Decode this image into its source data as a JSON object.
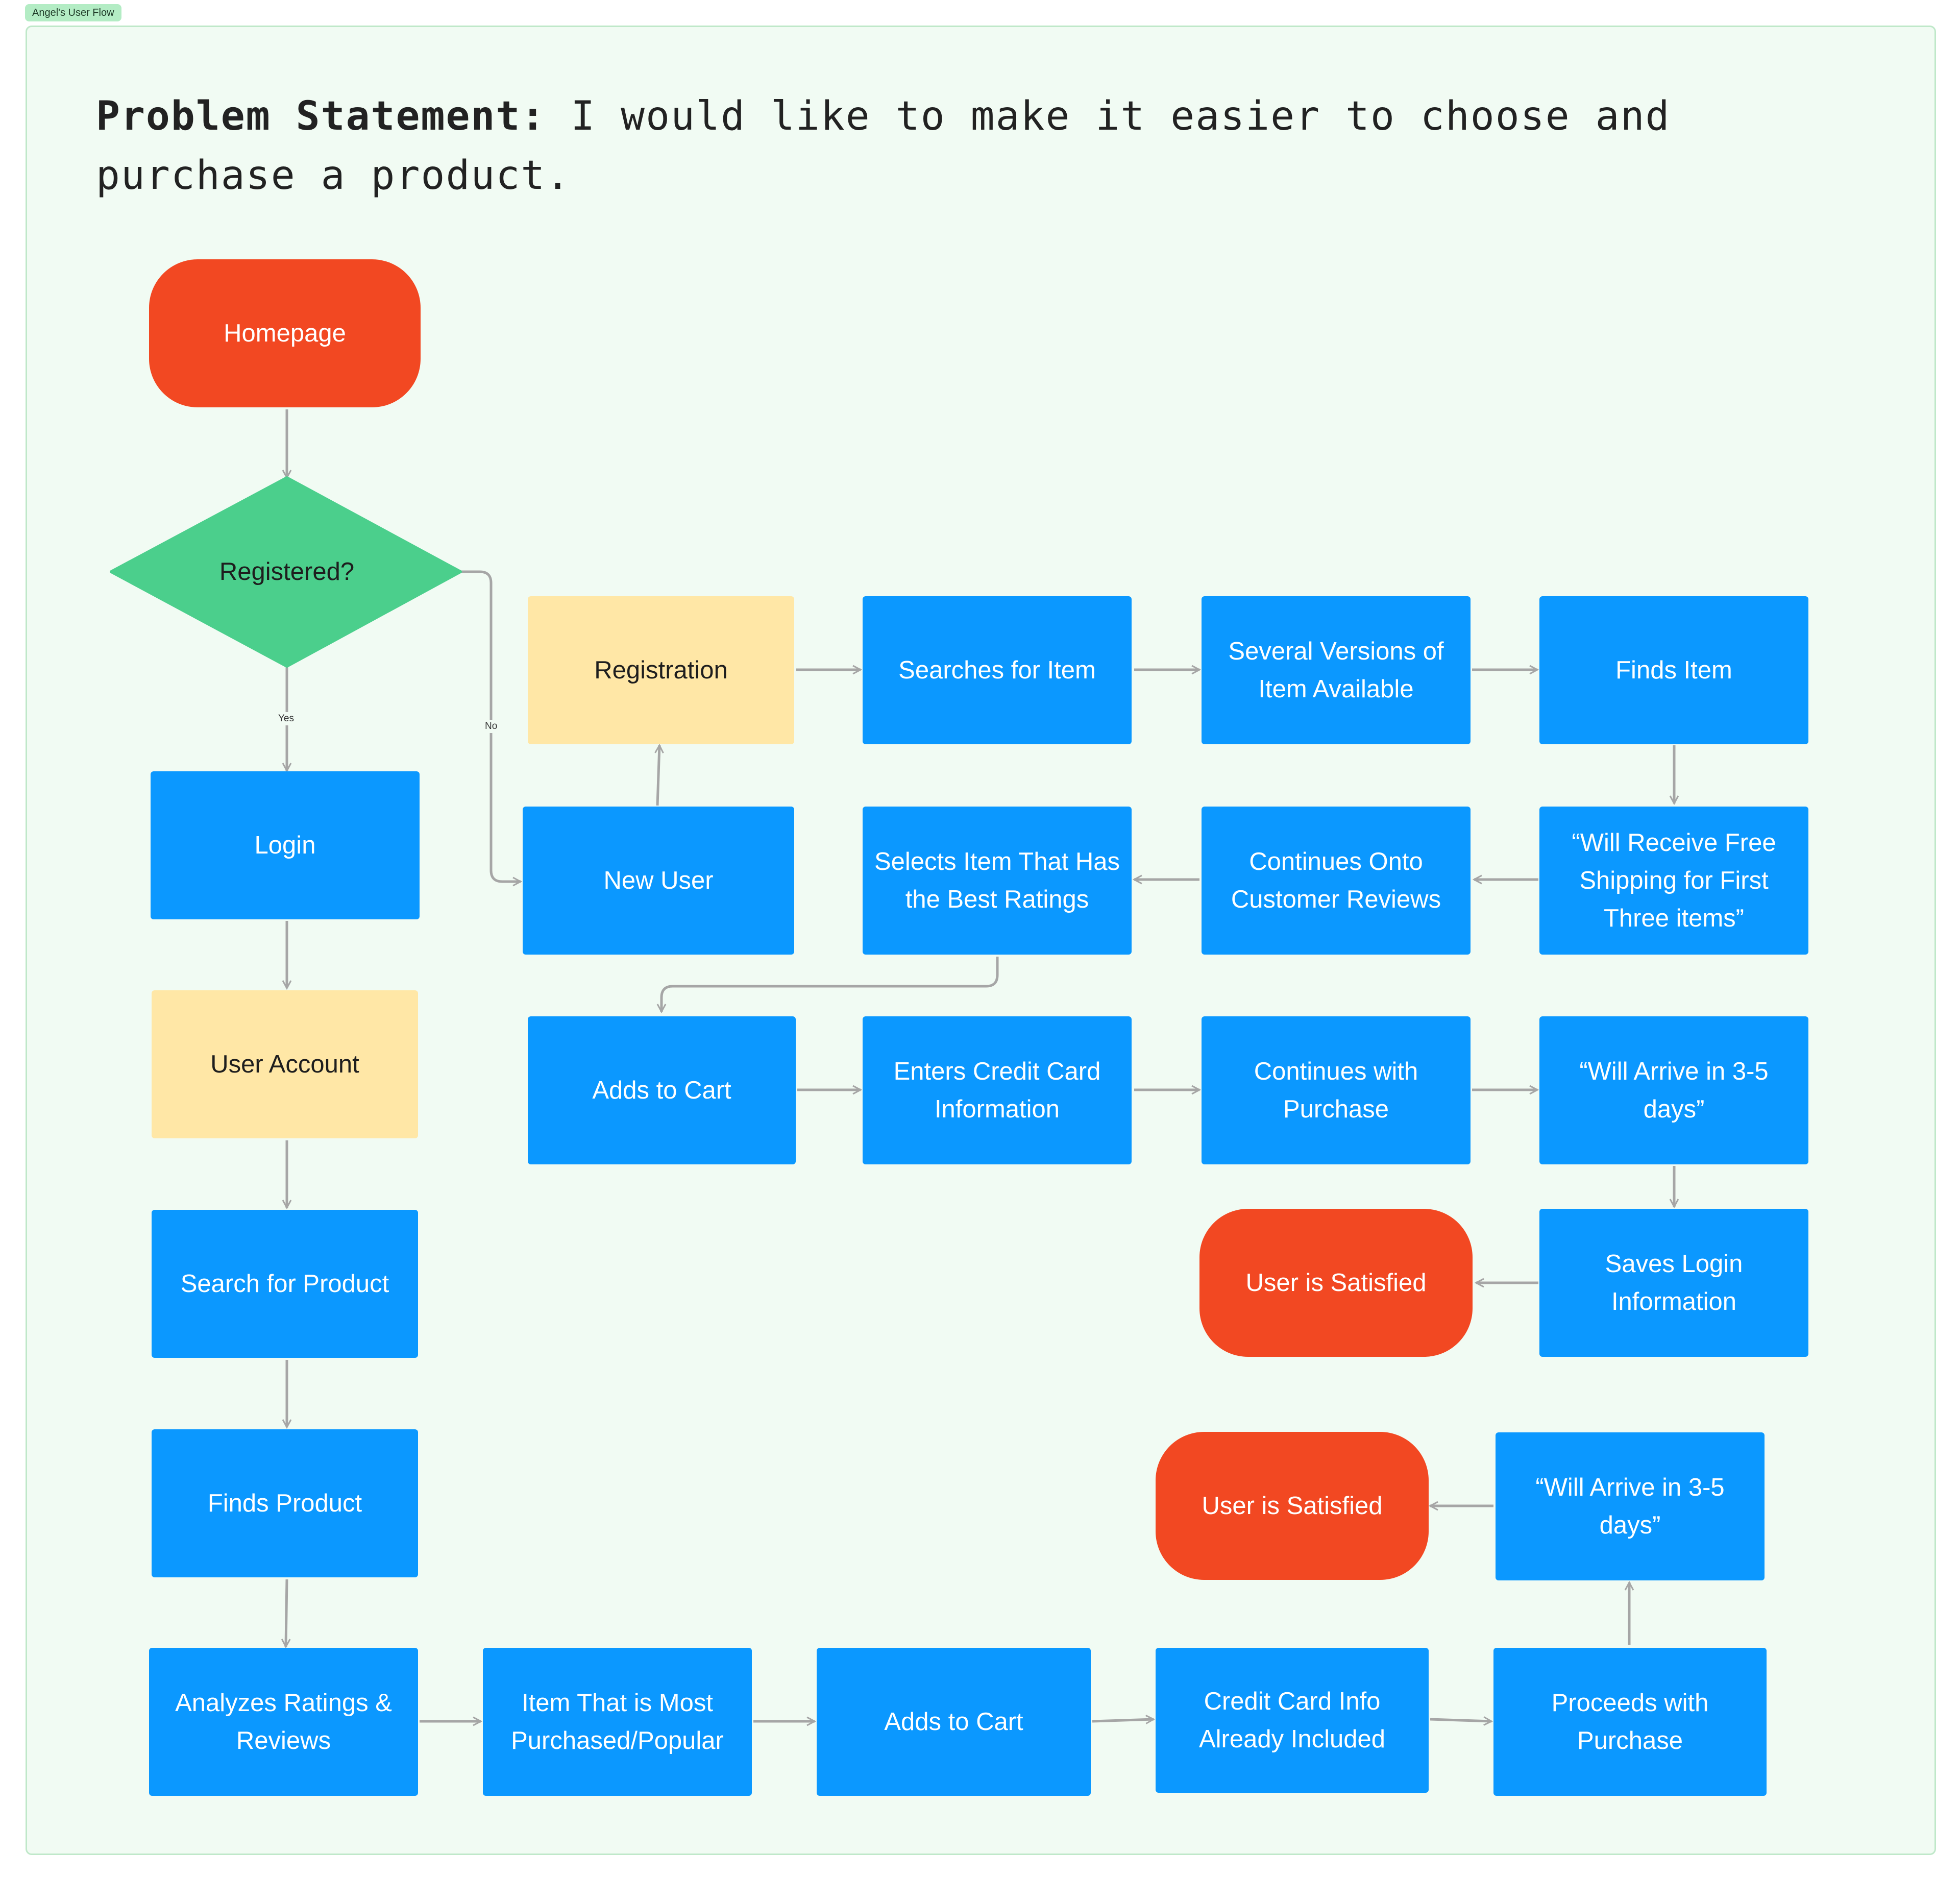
{
  "frame_label": "Angel's User Flow",
  "problem_statement": {
    "label": "Problem Statement:",
    "text": "I would like to make it easier to choose and purchase a product."
  },
  "colors": {
    "terminal": "#f24822",
    "decision": "#4bcf8c",
    "process": "#0b98ff",
    "highlight": "#ffe7a6",
    "board": "#f1fbf3",
    "connector": "#a6a6a6"
  },
  "edge_labels": {
    "yes": "Yes",
    "no": "No"
  },
  "nodes": {
    "homepage": "Homepage",
    "registered": "Registered?",
    "login": "Login",
    "user_account": "User Account",
    "search_for_product": "Search for Product",
    "finds_product": "Finds Product",
    "analyzes_ratings": "Analyzes Ratings & Reviews",
    "item_most_purchased": "Item That is Most Purchased/Popular",
    "adds_to_cart_bottom": "Adds to Cart",
    "credit_card_included": "Credit Card Info Already Included",
    "proceeds_with_purchase": "Proceeds with Purchase",
    "arrive_bottom": "“Will Arrive in 3-5 days”",
    "satisfied_bottom": "User is Satisfied",
    "registration": "Registration",
    "new_user": "New User",
    "searches_for_item": "Searches for Item",
    "several_versions": "Several Versions of Item Available",
    "finds_item": "Finds Item",
    "free_shipping": "“Will Receive Free Shipping for First Three items”",
    "continues_reviews": "Continues Onto Customer Reviews",
    "selects_best_ratings": "Selects Item That Has the Best Ratings",
    "adds_to_cart_top": "Adds to Cart",
    "enters_credit_card": "Enters Credit Card Information",
    "continues_purchase": "Continues with Purchase",
    "arrive_top": "“Will Arrive in 3-5 days”",
    "saves_login": "Saves Login Information",
    "satisfied_top": "User is Satisfied"
  }
}
